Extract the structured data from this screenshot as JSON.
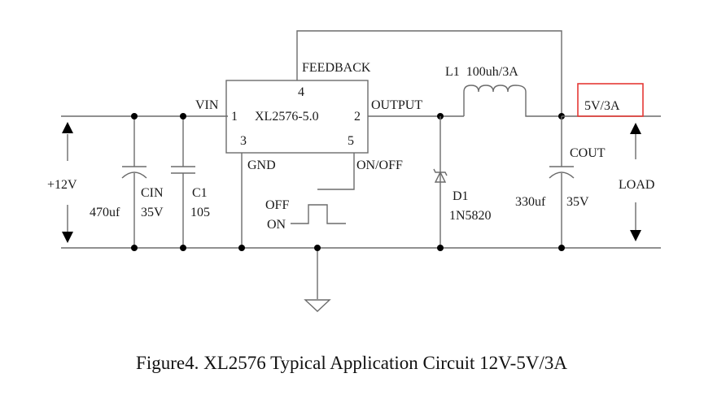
{
  "figure": {
    "caption": "Figure4. XL2576 Typical Application Circuit 12V-5V/3A",
    "highlight_color": "#e53935"
  },
  "ic": {
    "part": "XL2576-5.0",
    "pin1": "1",
    "pin2": "2",
    "pin3": "3",
    "pin4": "4",
    "pin5": "5",
    "vin_label": "VIN",
    "output_label": "OUTPUT",
    "feedback_label": "FEEDBACK",
    "gnd_label": "GND",
    "onoff_label": "ON/OFF"
  },
  "input": {
    "voltage_label": "+12V",
    "cin_name": "CIN",
    "cin_value": "470uf",
    "cin_voltage": "35V",
    "c1_name": "C1",
    "c1_value": "105"
  },
  "control": {
    "off_label": "OFF",
    "on_label": "ON"
  },
  "output_stage": {
    "inductor_label": "L1  100uh/3A",
    "diode_name": "D1",
    "diode_part": "1N5820",
    "cout_name": "COUT",
    "cout_value": "330uf",
    "cout_voltage": "35V",
    "output_rating": "5V/3A",
    "load_label": "LOAD"
  }
}
